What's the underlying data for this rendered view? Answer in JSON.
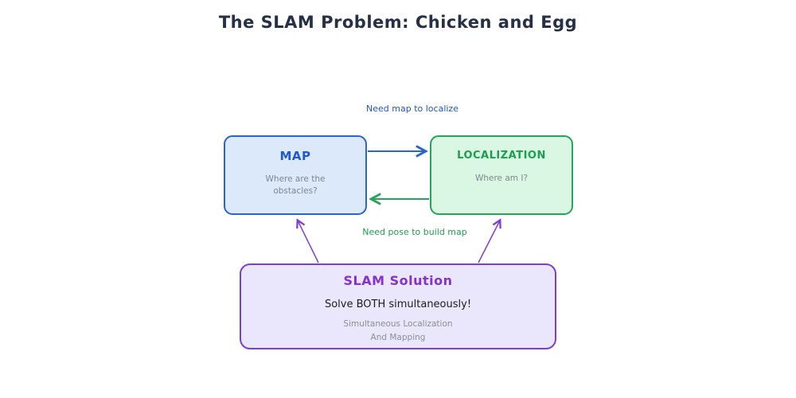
{
  "title": "The SLAM Problem: Chicken and Egg",
  "nodes": {
    "map": {
      "title": "MAP",
      "subtitle_lines": [
        "Where are the",
        "obstacles?"
      ],
      "fill": "#dbe9fb",
      "border": "#2a64cf",
      "title_color": "#2257d0"
    },
    "localization": {
      "title": "LOCALIZATION",
      "subtitle": "Where am I?",
      "fill": "#d9f7e2",
      "border": "#27a35a",
      "title_color": "#1d9e4f"
    },
    "slam": {
      "title": "SLAM Solution",
      "line1": "Solve BOTH simultaneously!",
      "subtitle_lines": [
        "Simultaneous Localization",
        "And Mapping"
      ],
      "fill": "#eae6fb",
      "border": "#7e3fd0",
      "title_color": "#8632cc"
    }
  },
  "edges": {
    "map_to_localization": {
      "label": "Need map to localize",
      "color": "#2255cc"
    },
    "localization_to_map": {
      "label": "Need pose to build map",
      "color": "#1d9e50"
    },
    "slam_to_map": {
      "color": "#7e3fd0"
    },
    "slam_to_localization": {
      "color": "#7e3fd0"
    }
  }
}
